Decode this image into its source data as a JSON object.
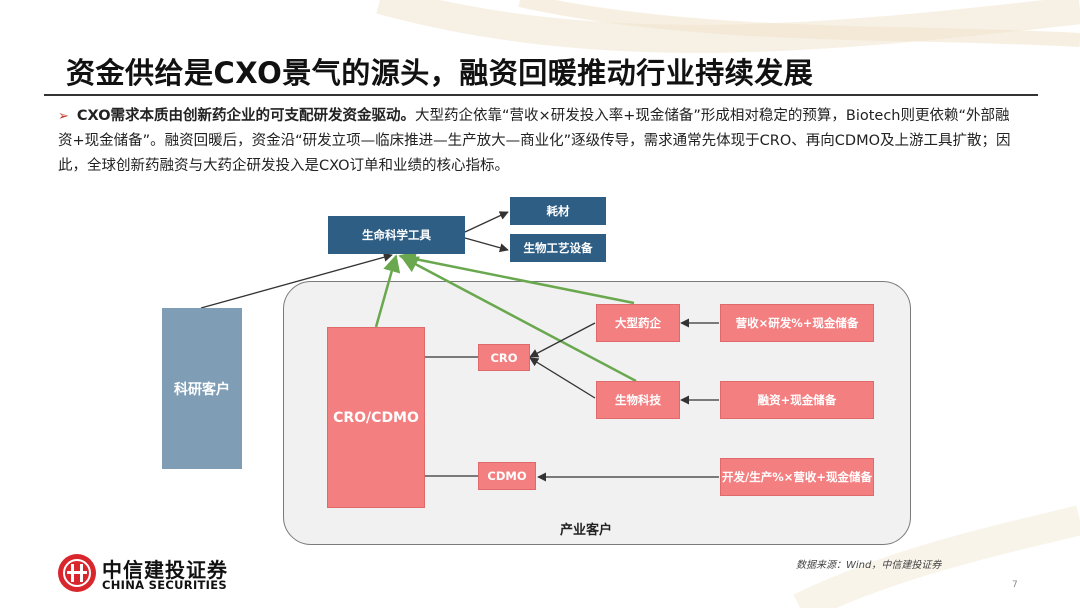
{
  "slide": {
    "title": "资金供给是CXO景气的源头，融资回暖推动行业持续发展",
    "paragraph_bold": "CXO需求本质由创新药企业的可支配研发资金驱动。",
    "paragraph_rest": "大型药企依靠“营收×研发投入率+现金储备”形成相对稳定的预算，Biotech则更依赖“外部融资+现金储备”。融资回暖后，资金沿“研发立项—临床推进—生产放大—商业化”逐级传导，需求通常先体现于CRO、再向CDMO及上游工具扩散；因此，全球创新药融资与大药企研发投入是CXO订单和业绩的核心指标。",
    "source": "数据来源：Wind，中信建投证券",
    "page_number": "7"
  },
  "logo": {
    "cn": "中信建投证券",
    "en": "CHINA SECURITIES"
  },
  "diagram": {
    "tools": "生命科学工具",
    "consumables": "耗材",
    "bioprocess": "生物工艺设备",
    "research_client": "科研客户",
    "cro_cdmo": "CRO/CDMO",
    "cro": "CRO",
    "cdmo": "CDMO",
    "big_pharma": "大型药企",
    "biotech": "生物科技",
    "big_pharma_formula": "营收×研发%+现金储备",
    "biotech_formula": "融资+现金储备",
    "cdmo_formula": "开发/生产%×营收+现金储备",
    "industry_client": "产业客户"
  },
  "colors": {
    "navy": "#2e5e84",
    "pink": "#f47f80",
    "gray_blue": "#7f9db5",
    "green_arrow": "#6aa84f",
    "dark_arrow": "#333333"
  }
}
